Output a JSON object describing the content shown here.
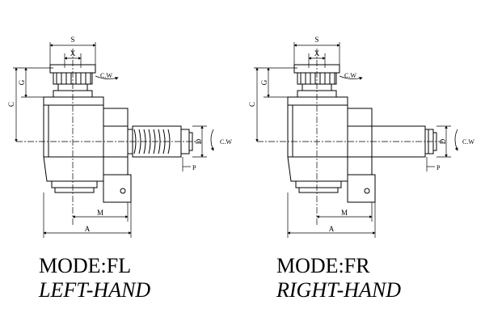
{
  "left": {
    "mode": "MODE:FL",
    "hand": "LEFT-HAND",
    "dims": {
      "S": "S",
      "X": "X",
      "G": "G",
      "C": "C",
      "CW_top": "C.W",
      "CW_side": "C.W",
      "D": "D",
      "P": "P",
      "M": "M",
      "A": "A"
    }
  },
  "right": {
    "mode": "MODE:FR",
    "hand": "RIGHT-HAND",
    "dims": {
      "S": "S",
      "X": "X",
      "G": "G",
      "C": "C",
      "CW_top": "C.W",
      "CW_side": "C.W",
      "D": "D",
      "P": "P",
      "M": "M",
      "A": "A"
    }
  }
}
